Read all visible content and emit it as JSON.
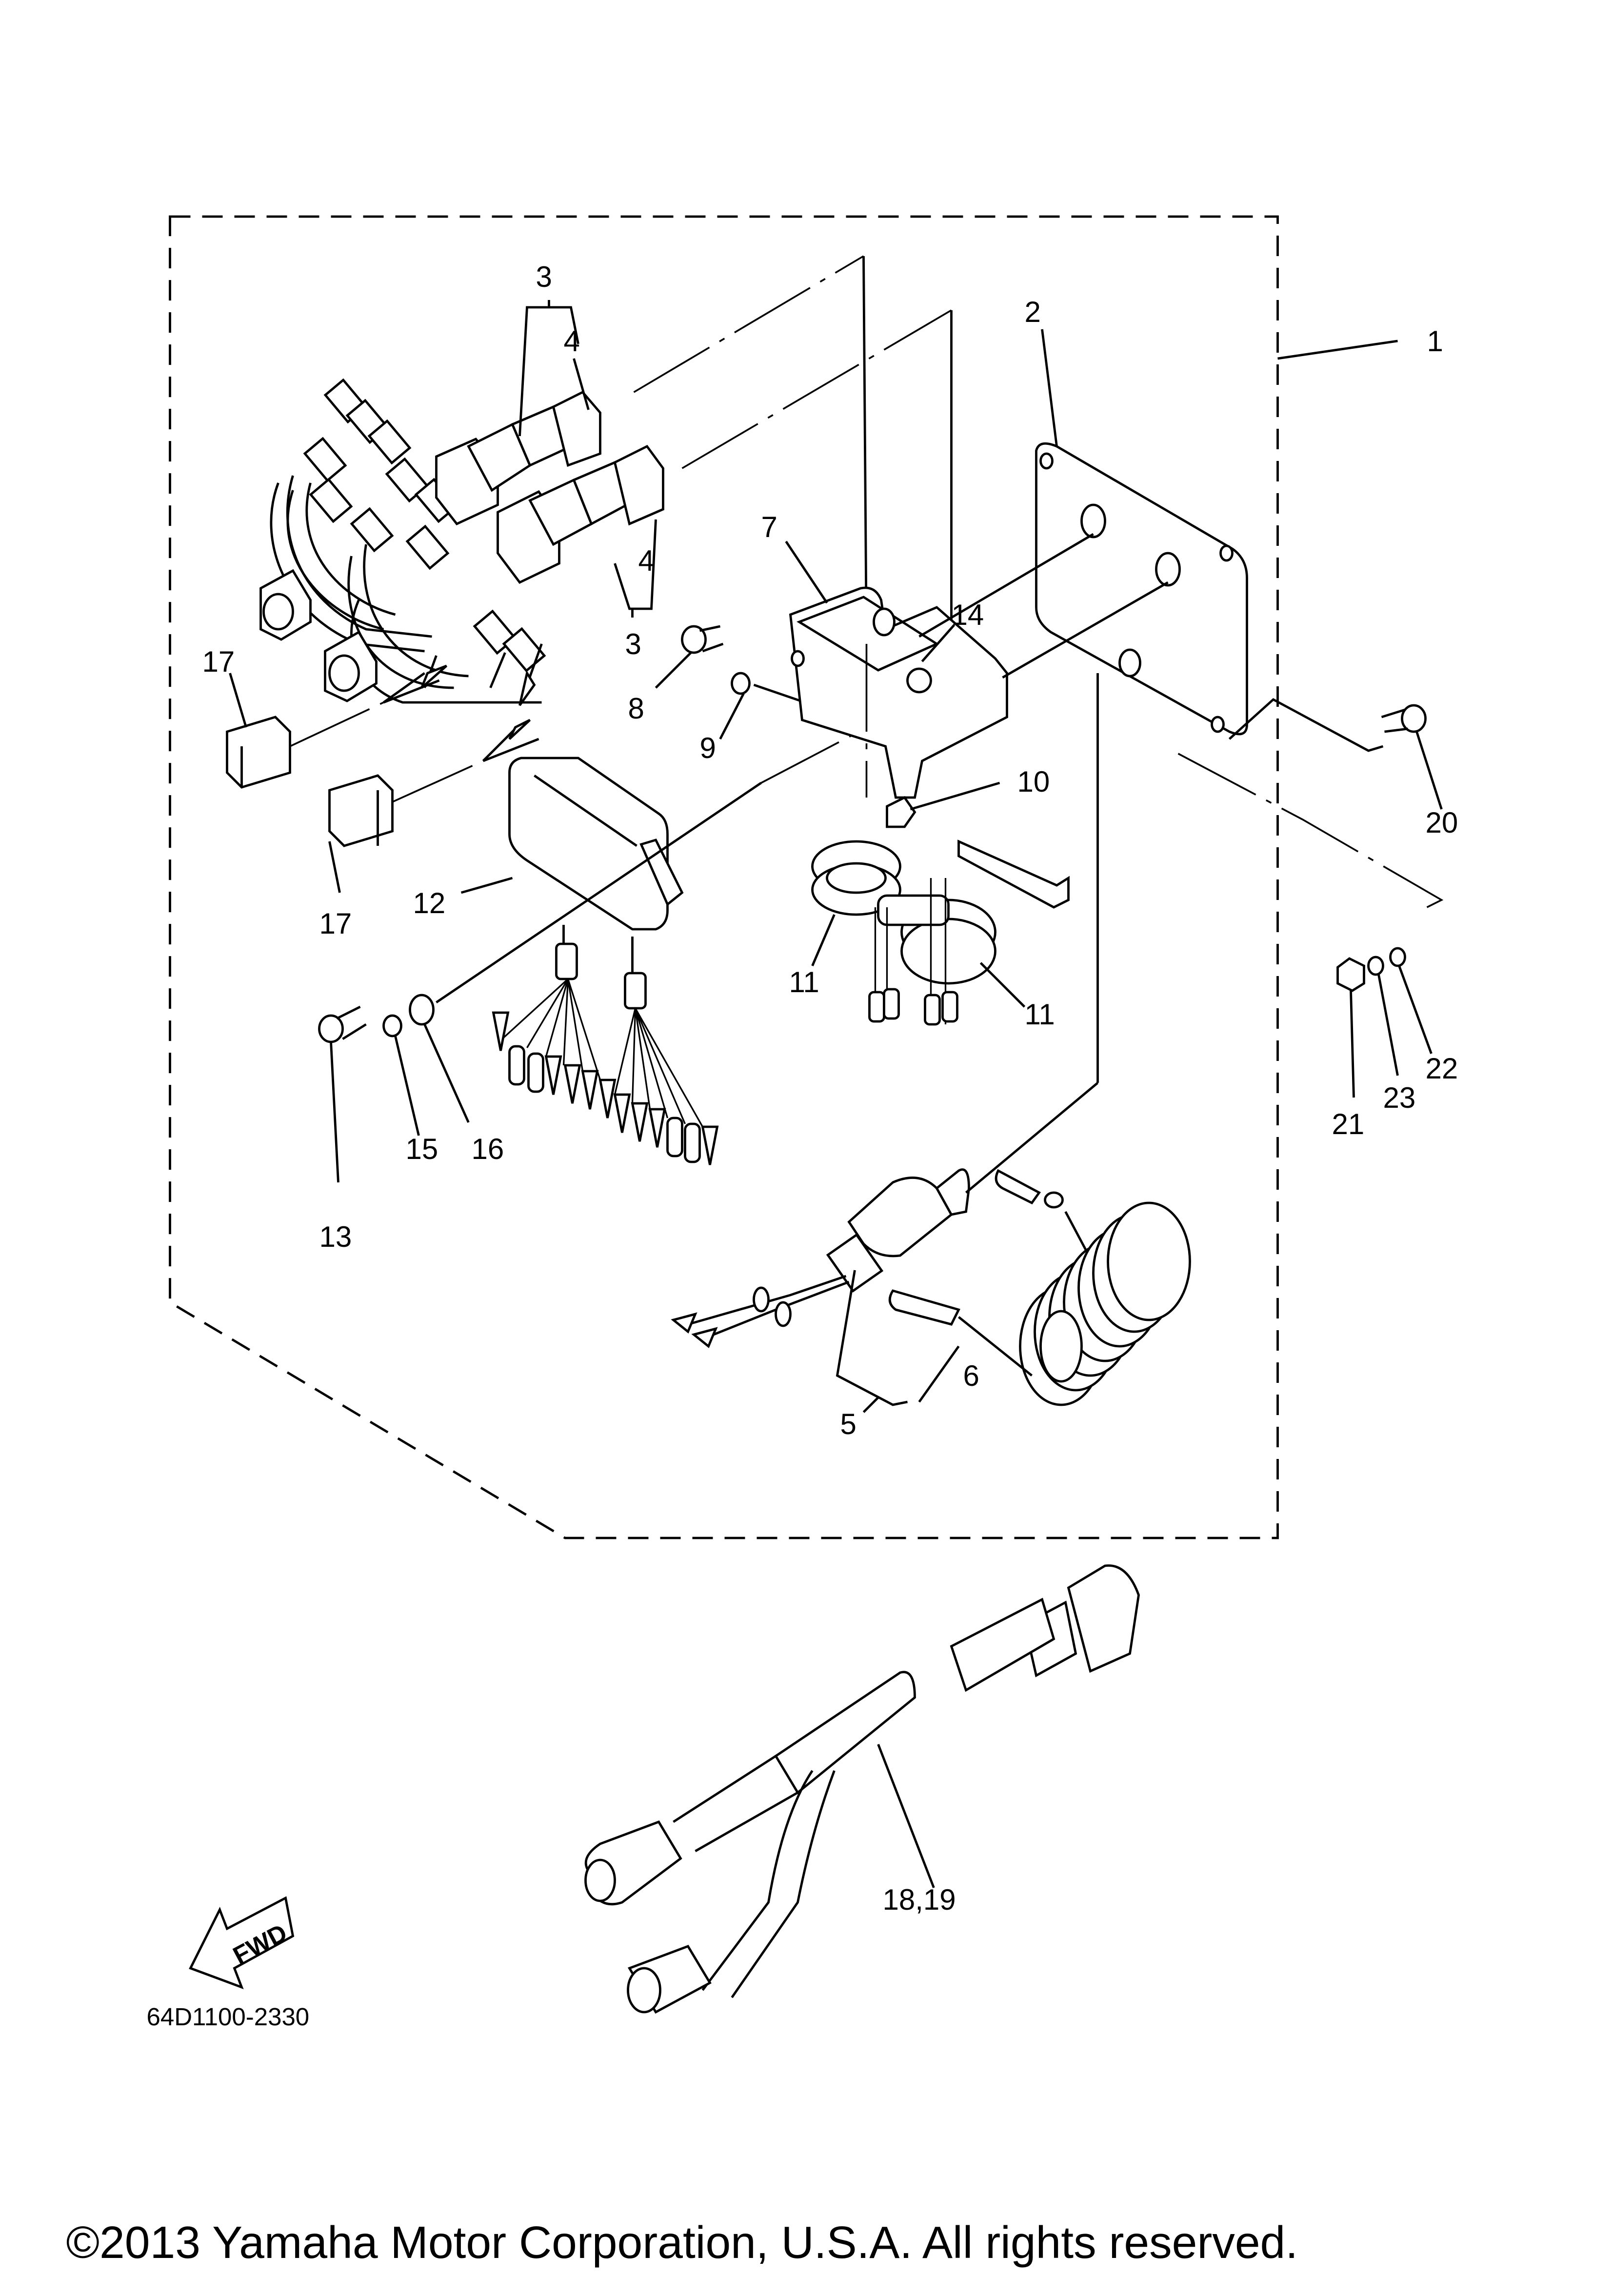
{
  "diagram": {
    "type": "exploded parts diagram",
    "subject": "Outboard wiring harness / switch panel assembly",
    "drawing_code": "64D1100-2330",
    "direction_indicator": "FWD",
    "copyright": "©2013 Yamaha Motor Corporation, U.S.A. All rights reserved.",
    "colors": {
      "line": "#000000",
      "background": "#ffffff"
    }
  },
  "callouts": [
    {
      "id": "c1",
      "text": "1",
      "part": "assembly-group-bracket"
    },
    {
      "id": "c2",
      "text": "2",
      "part": "mounting-plate"
    },
    {
      "id": "c3a",
      "text": "3",
      "part": "connector-upper"
    },
    {
      "id": "c4a",
      "text": "4",
      "part": "connector-cap-upper"
    },
    {
      "id": "c4b",
      "text": "4",
      "part": "connector-cap-lower"
    },
    {
      "id": "c3b",
      "text": "3",
      "part": "connector-lower"
    },
    {
      "id": "c7",
      "text": "7",
      "part": "bracket"
    },
    {
      "id": "c14",
      "text": "14",
      "part": "collar"
    },
    {
      "id": "c8",
      "text": "8",
      "part": "bolt"
    },
    {
      "id": "c9",
      "text": "9",
      "part": "lock-washer"
    },
    {
      "id": "c17a",
      "text": "17",
      "part": "cap-upper"
    },
    {
      "id": "c17b",
      "text": "17",
      "part": "cap-lower"
    },
    {
      "id": "c10",
      "text": "10",
      "part": "nut"
    },
    {
      "id": "c20",
      "text": "20",
      "part": "screw"
    },
    {
      "id": "c12",
      "text": "12",
      "part": "control-unit"
    },
    {
      "id": "c11a",
      "text": "11",
      "part": "buzzer-left"
    },
    {
      "id": "c11b",
      "text": "11",
      "part": "buzzer-right"
    },
    {
      "id": "c21",
      "text": "21",
      "part": "nut-small"
    },
    {
      "id": "c23",
      "text": "23",
      "part": "spring-washer"
    },
    {
      "id": "c22",
      "text": "22",
      "part": "plain-washer"
    },
    {
      "id": "c15",
      "text": "15",
      "part": "lock-washer-small"
    },
    {
      "id": "c16",
      "text": "16",
      "part": "washer"
    },
    {
      "id": "c13",
      "text": "13",
      "part": "screw-small"
    },
    {
      "id": "c5",
      "text": "5",
      "part": "engine-stop-switch"
    },
    {
      "id": "c6",
      "text": "6",
      "part": "lanyard"
    },
    {
      "id": "c1819",
      "text": "18,19",
      "part": "extension-harness"
    }
  ]
}
